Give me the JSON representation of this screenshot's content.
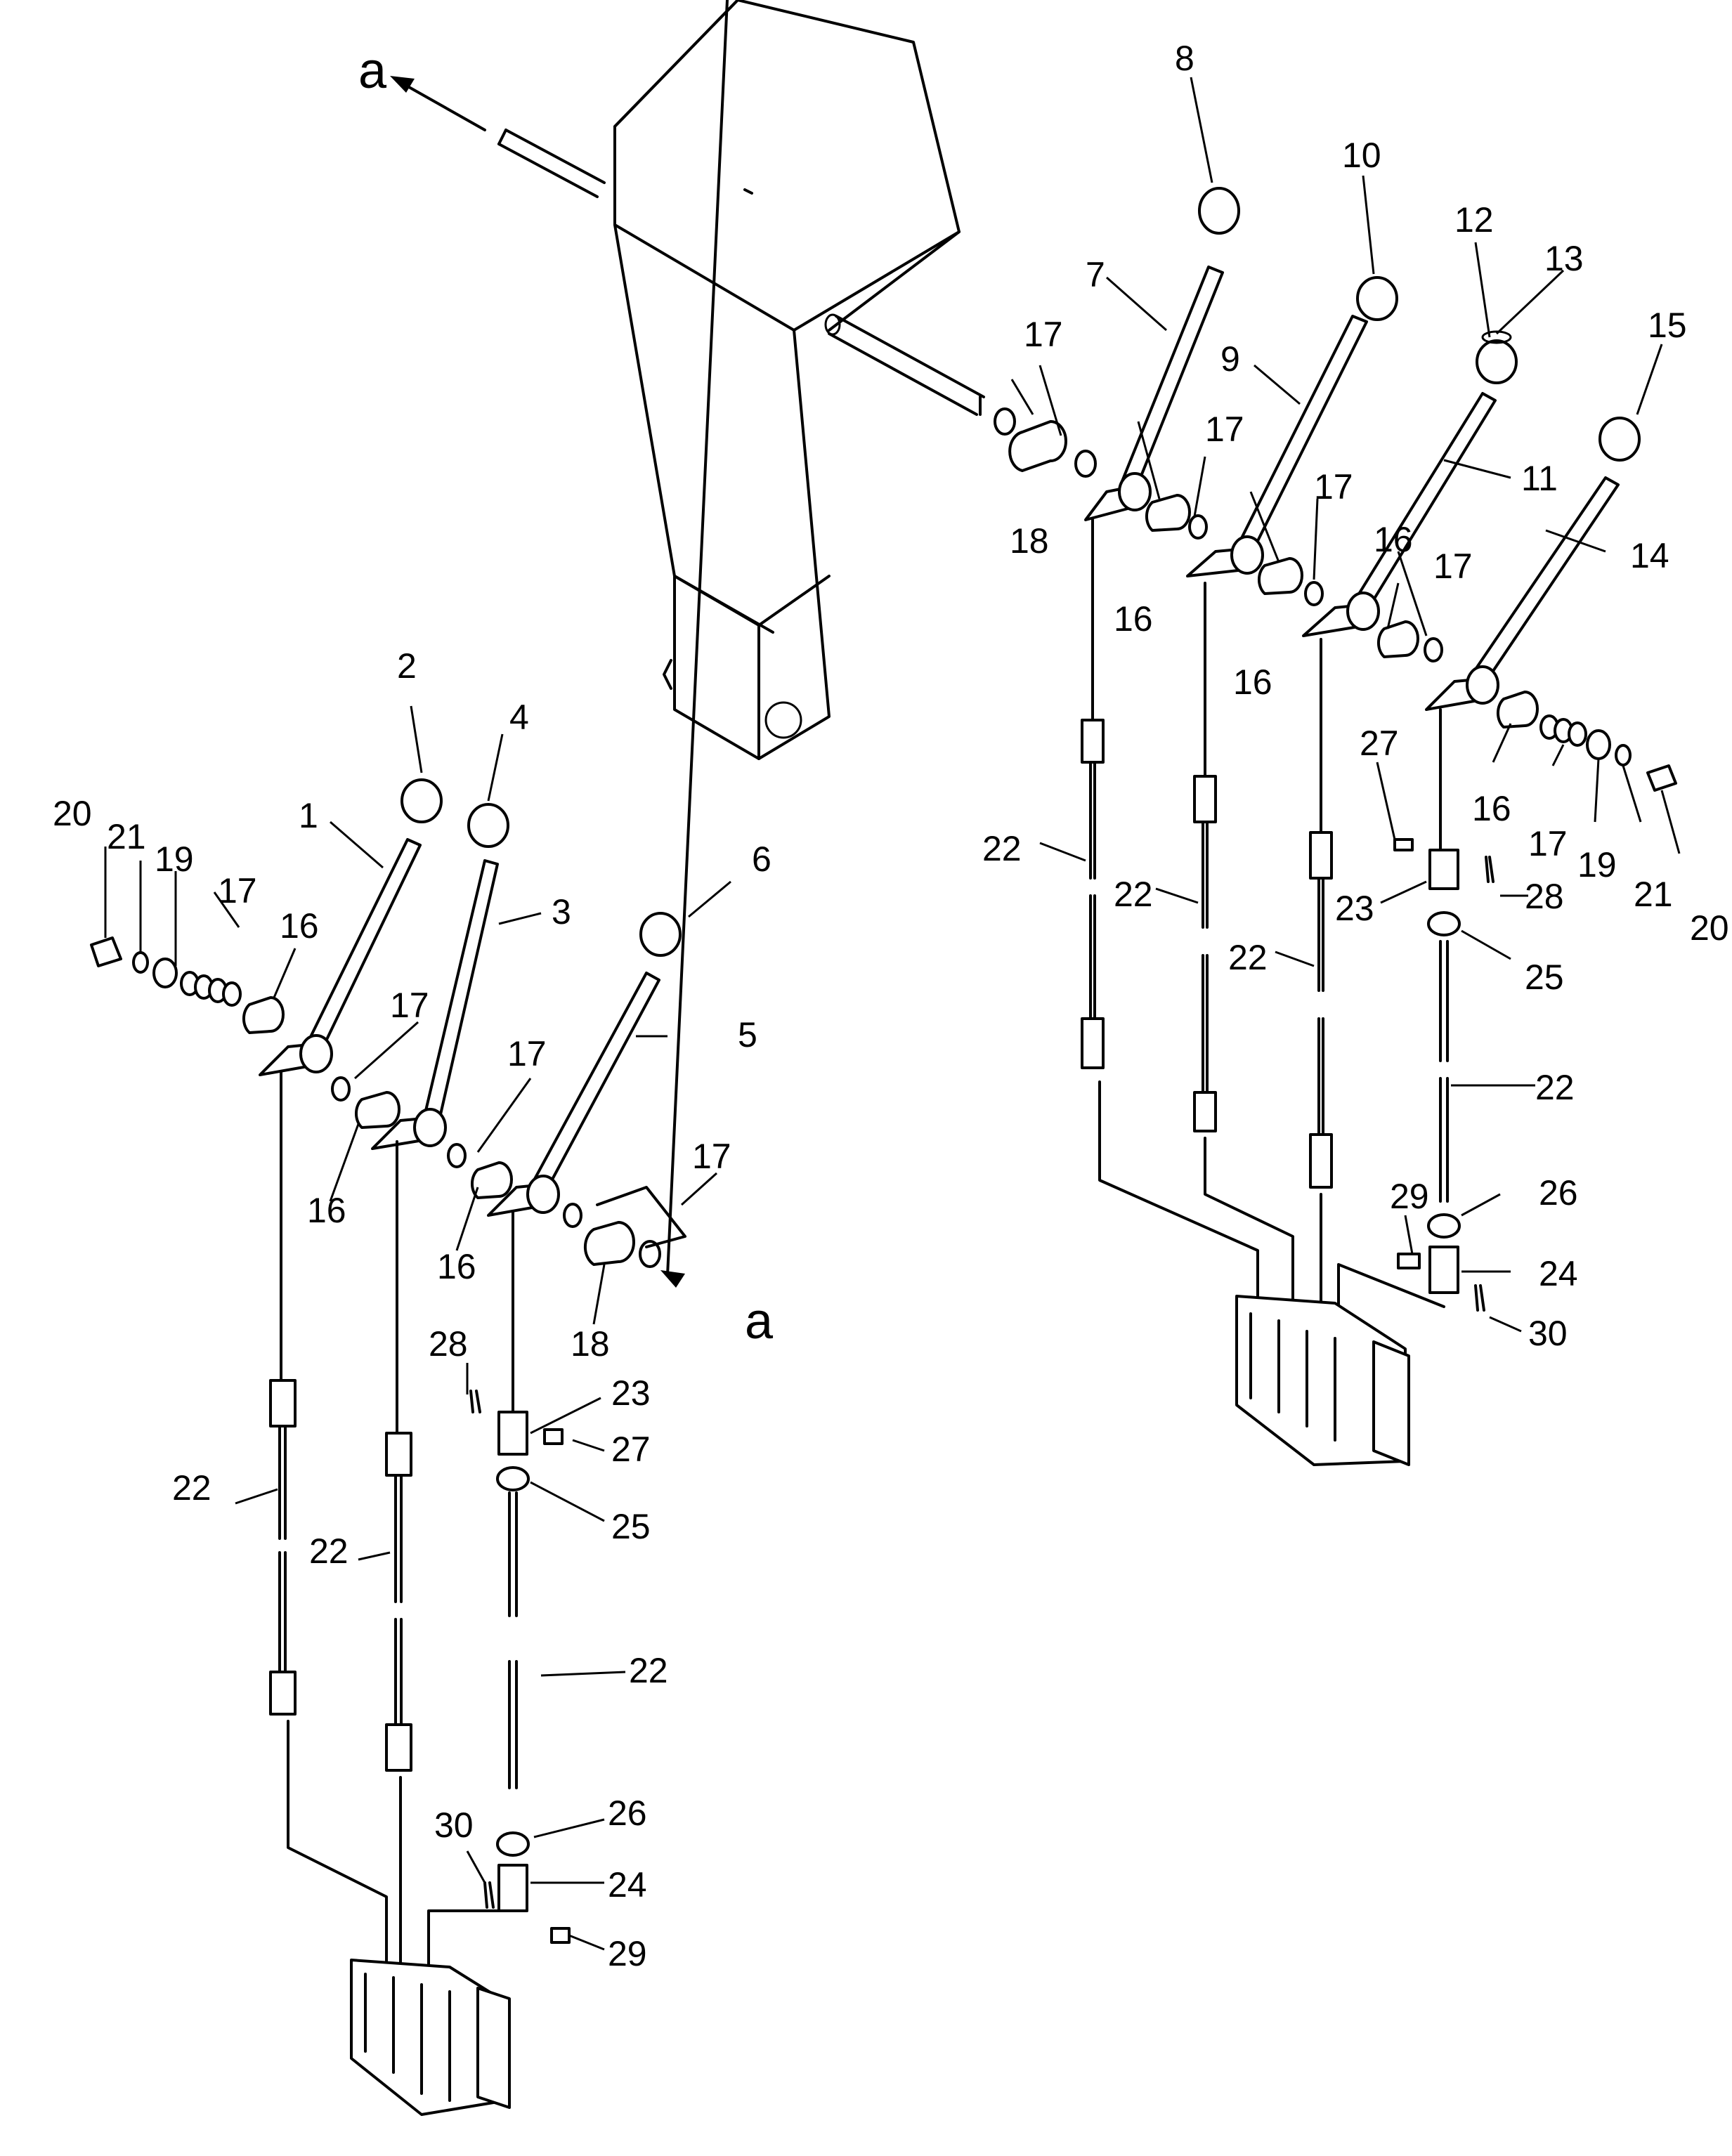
{
  "diagram": {
    "callouts": {
      "n1": "1",
      "n2": "2",
      "n3": "3",
      "n4": "4",
      "n5": "5",
      "n6": "6",
      "n7": "7",
      "n8": "8",
      "n9": "9",
      "n10": "10",
      "n11": "11",
      "n12": "12",
      "n13": "13",
      "n14": "14",
      "n15": "15",
      "n16": "16",
      "n17": "17",
      "n18": "18",
      "n19": "19",
      "n20": "20",
      "n21": "21",
      "n22": "22",
      "n23": "23",
      "n24": "24",
      "n25": "25",
      "n26": "26",
      "n27": "27",
      "n28": "28",
      "n29": "29",
      "n30": "30"
    },
    "connector": "a"
  }
}
